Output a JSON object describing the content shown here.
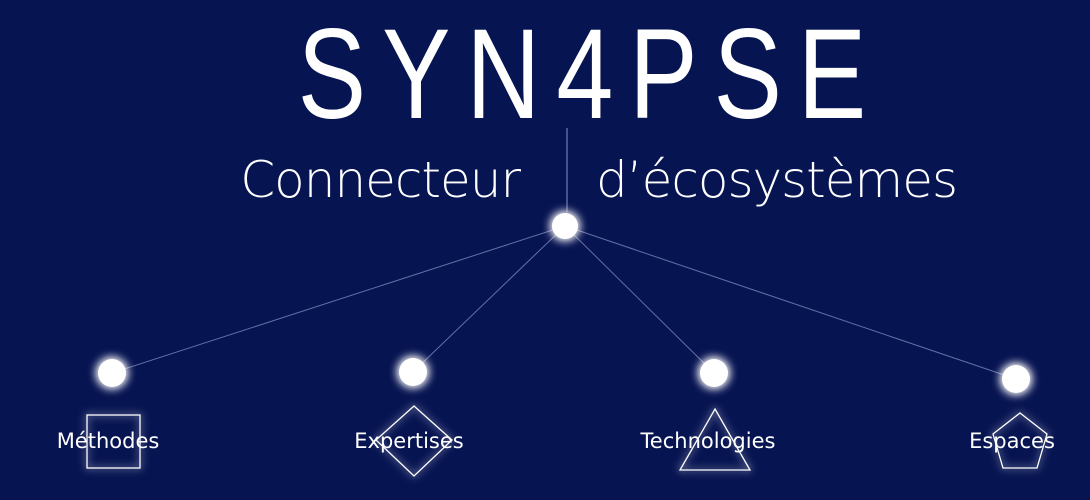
{
  "brand": {
    "logo_text": "SYN4PSE",
    "tagline_left": "Connecteur",
    "tagline_right": "d’écosystèmes"
  },
  "colors": {
    "background": "#071452",
    "foreground": "#ffffff",
    "connector": "#8c96c8"
  },
  "nodes": [
    {
      "label": "Méthodes",
      "shape": "square-icon"
    },
    {
      "label": "Expertises",
      "shape": "diamond-icon"
    },
    {
      "label": "Technologies",
      "shape": "triangle-icon"
    },
    {
      "label": "Espaces",
      "shape": "pentagon-icon"
    }
  ]
}
